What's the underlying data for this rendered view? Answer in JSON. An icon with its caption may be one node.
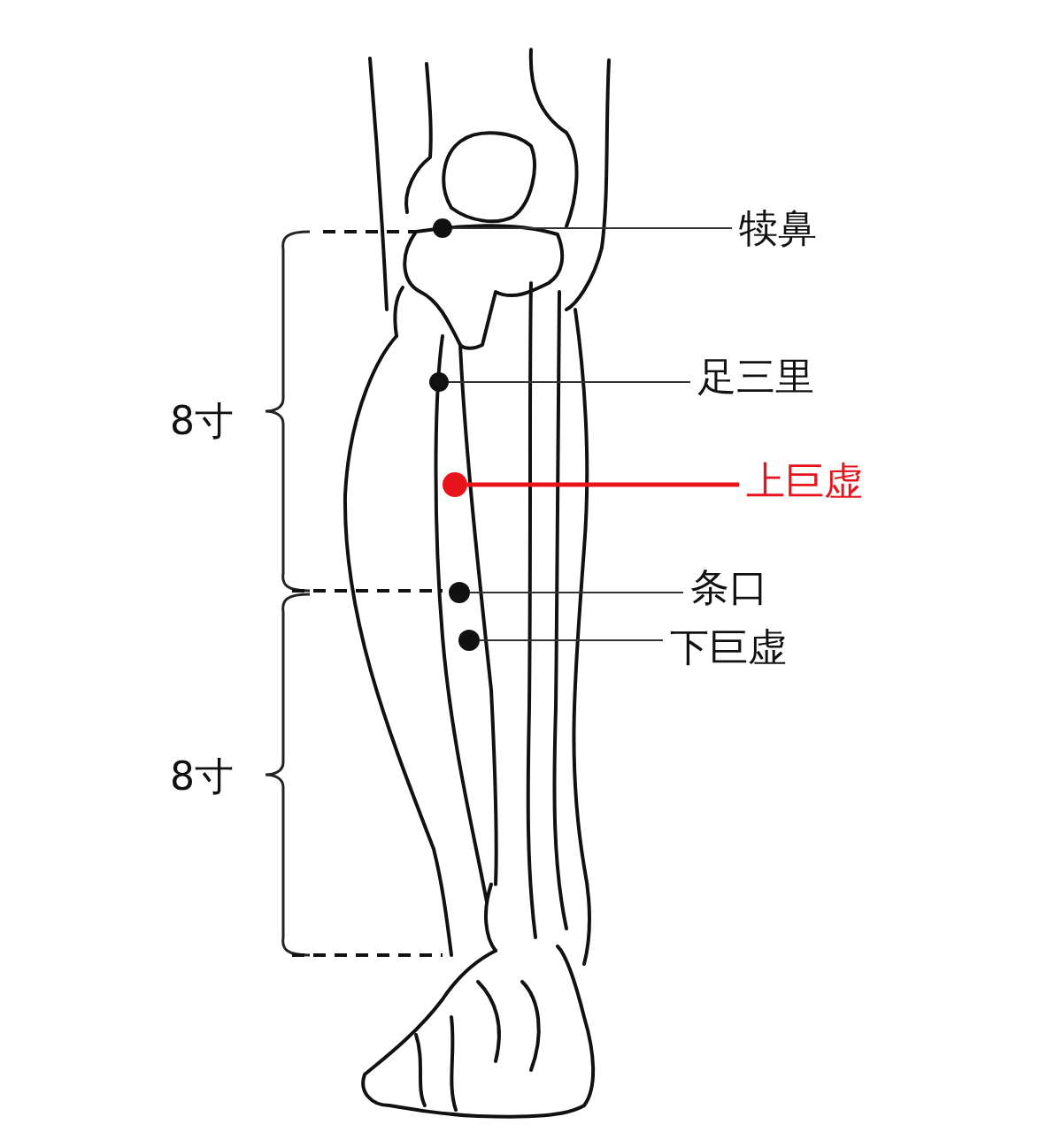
{
  "diagram": {
    "nodes": [
      {
        "text": [
          "犊鼻"
        ]
      },
      {
        "text": [
          "足三里"
        ]
      },
      {
        "text": [
          "上巨虚"
        ]
      },
      {
        "text": [
          "条口"
        ]
      },
      {
        "text": [
          "下巨虚"
        ]
      },
      {
        "text": [],
        "shape": "circle"
      },
      {
        "text": [],
        "shape": "circle"
      },
      {
        "text": [],
        "shape": "circle"
      },
      {
        "text": [],
        "shape": "circle"
      },
      {
        "text": [],
        "shape": "circle"
      }
    ],
    "edges": [
      {
        "from": 0,
        "to": 5,
        "arrow": "none"
      },
      {
        "from": 1,
        "to": 6,
        "arrow": "none"
      },
      {
        "from": 2,
        "to": 7,
        "arrow": "none",
        "style": "thick",
        "color": "#e8141c"
      },
      {
        "from": 3,
        "to": 8,
        "arrow": "none"
      },
      {
        "from": 4,
        "to": 9,
        "arrow": "none"
      }
    ],
    "labels": [
      "8寸",
      "8寸"
    ]
  }
}
